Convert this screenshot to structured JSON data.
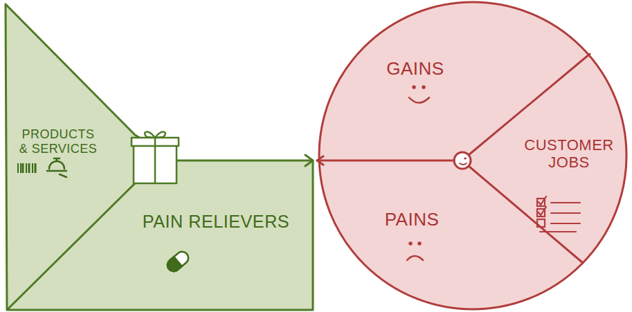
{
  "diagram": {
    "nodes": [
      {
        "text": [
          "PRODUCTS & SERVICES"
        ]
      },
      {
        "text": [
          "PAIN RELIEVERS"
        ]
      },
      {
        "text": [
          "GAINS"
        ]
      },
      {
        "text": [
          "PAINS"
        ]
      },
      {
        "text": [
          "CUSTOMER JOBS"
        ]
      }
    ],
    "edges": [
      {
        "from": 3,
        "to": 1,
        "arrow": "to"
      }
    ]
  }
}
